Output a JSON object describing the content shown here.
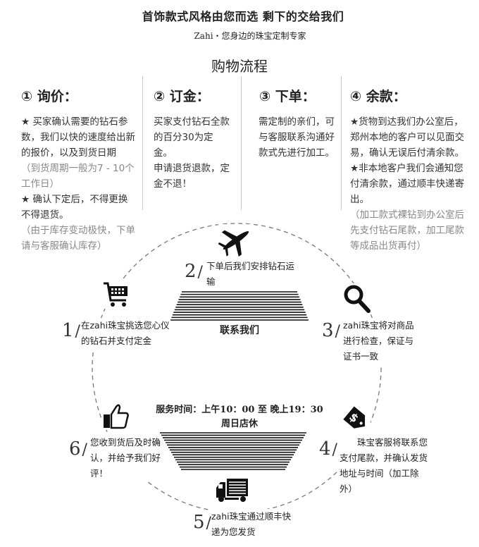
{
  "header": {
    "title": "首饰款式风格由您而选  剩下的交给我们",
    "subtitle": "Zahi・您身边的珠宝定制专家",
    "section_title": "购物流程"
  },
  "columns": [
    {
      "heading": "① 询价：",
      "paragraphs": [
        {
          "text": "★ 买家确认需要的钻石参数，我们以快的速度给出新的报价，以及到货日期",
          "muted": false
        },
        {
          "text": "（到货周期一般为7 - 10个工作日）",
          "muted": true
        },
        {
          "text": "★ 确认下定后，不得更换不得退货。",
          "muted": false
        },
        {
          "text": "（由于库存变动极快，下单请与客服确认库存）",
          "muted": true
        }
      ]
    },
    {
      "heading": "② 订金：",
      "paragraphs": [
        {
          "text": "买家支付钻石全款的百分30为定金。",
          "muted": false
        },
        {
          "text": "申请退货退款，定金不退！",
          "muted": false
        }
      ]
    },
    {
      "heading": "③ 下单：",
      "paragraphs": [
        {
          "text": "需定制的亲们，可与客服联系沟通好款式先进行加工。",
          "muted": false
        }
      ]
    },
    {
      "heading": "④ 余款：",
      "paragraphs": [
        {
          "text": "★货物到达我们办公室后，郑州本地的客户可以见面交易，确认无误后付清余款。",
          "muted": false
        },
        {
          "text": "★非本地客户我们会通知您付清余款，通过顺丰快递寄出。",
          "muted": false
        },
        {
          "text": "（加工款式裸钻到办公室后先支付钻石尾款，加工尾款等成品出货再付）",
          "muted": true
        }
      ]
    }
  ],
  "steps": [
    {
      "num": "1",
      "text": "在zahi珠宝挑选您心仪的钻石并支付定金",
      "icon": "shopping-cart-icon"
    },
    {
      "num": "2",
      "text": "下单后我们安排钻石运输",
      "icon": "airplane-icon"
    },
    {
      "num": "3",
      "text": "zahi珠宝将对商品进行检查，保证与证书一致",
      "icon": "magnifier-icon"
    },
    {
      "num": "4",
      "text": "珠宝客服将联系您支付尾款，并确认发货地址与时间（加工除外）",
      "icon": "price-tag-icon"
    },
    {
      "num": "5",
      "text": "zahi珠宝通过顺丰快递为您发货",
      "icon": "truck-icon"
    },
    {
      "num": "6",
      "text": "您收到货后及时确认，并给予我们好评！",
      "icon": "thumbs-up-icon"
    }
  ],
  "contact": {
    "label": "联系我们",
    "hours": "服务时间：上午10：00 至 晚上19：30",
    "closed": "周日店休"
  },
  "colors": {
    "text": "#222222",
    "muted": "#888888",
    "divider": "#c8c8c8"
  }
}
